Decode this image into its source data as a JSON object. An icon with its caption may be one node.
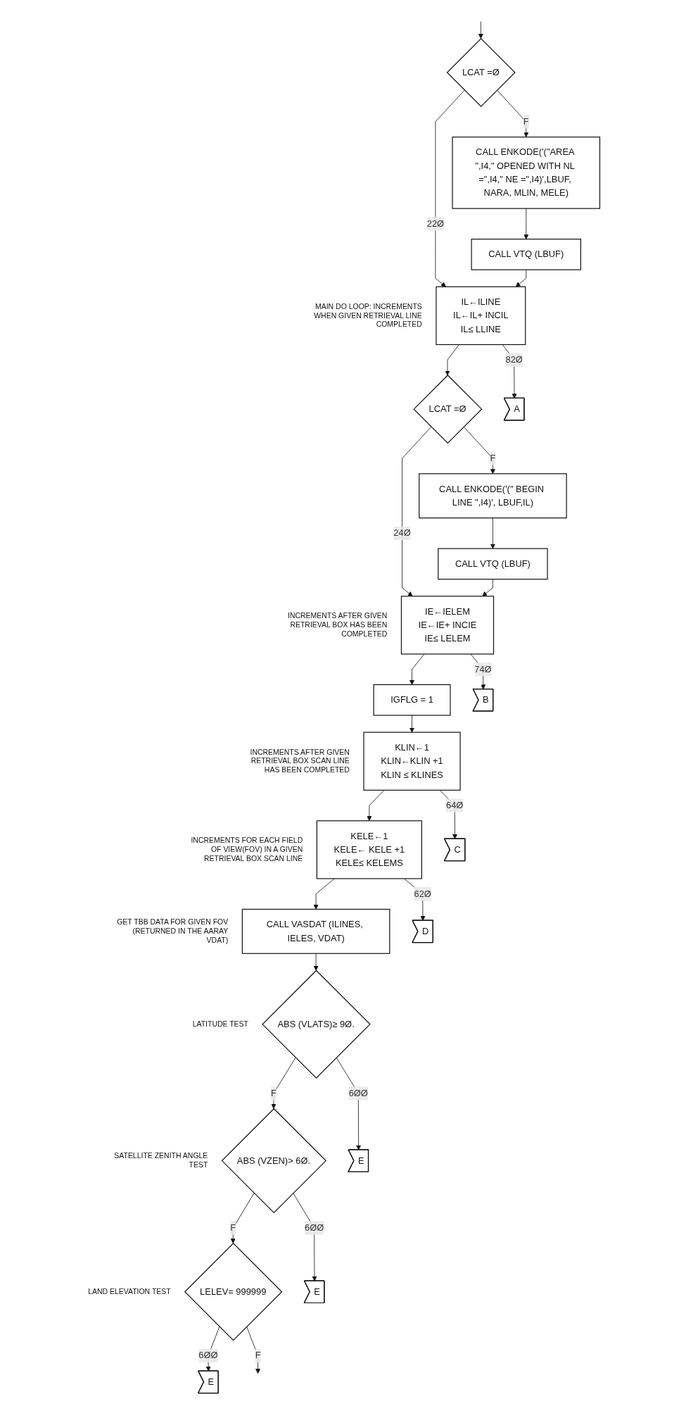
{
  "diagram": {
    "nodes": [
      {
        "text": [
          "LCAT =Ø"
        ]
      },
      {
        "text": [
          "CALL ENKODE('(\"AREA \",I4,\" OPENED WITH NL =\",I4,\" NE =\",I4)',LBUF, NARA, MLIN, MELE)"
        ]
      },
      {
        "text": [
          "CALL VTQ (LBUF)"
        ]
      },
      {
        "text": [
          "IL←ILINE",
          "IL←IL+ INCIL",
          "IL≤ LLINE"
        ],
        "beside": [
          "MAIN DO LOOP: INCREMENTS WHEN GIVEN RETRIEVAL LINE COMPLETED"
        ]
      },
      {
        "text": [
          "A"
        ]
      },
      {
        "text": [
          "LCAT =Ø"
        ]
      },
      {
        "text": [
          "CALL ENKODE('(\" BEGIN LINE \",I4)', LBUF,IL)"
        ]
      },
      {
        "text": [
          "CALL VTQ (LBUF)"
        ]
      },
      {
        "text": [
          "IE←IELEM",
          "IE←IE+ INCIE",
          "IE≤ LELEM"
        ],
        "beside": [
          "INCREMENTS AFTER GIVEN RETRIEVAL BOX HAS BEEN COMPLETED"
        ]
      },
      {
        "text": [
          "B"
        ]
      },
      {
        "text": [
          "IGFLG = 1"
        ]
      },
      {
        "text": [
          "KLIN←1",
          "KLIN←KLIN +1",
          "KLIN ≤ KLINES"
        ],
        "beside": [
          "INCREMENTS AFTER GIVEN RETRIEVAL BOX SCAN LINE HAS BEEN COMPLETED"
        ]
      },
      {
        "text": [
          "C"
        ]
      },
      {
        "text": [
          "KELE←1",
          "KELE← KELE +1",
          "KELE≤ KELEMS"
        ],
        "beside": [
          "INCREMENTS FOR EACH FIELD OF VIEW(FOV) IN A GIVEN RETRIEVAL BOX SCAN LINE"
        ]
      },
      {
        "text": [
          "D"
        ]
      },
      {
        "text": [
          "CALL VASDAT (ILINES, IELES, VDAT)"
        ],
        "beside": [
          "GET TBB DATA FOR GIVEN FOV (RETURNED IN THE AARAY VDAT)"
        ]
      },
      {
        "text": [
          "ABS (VLATS)≥ 9Ø."
        ],
        "beside": [
          "LATITUDE TEST"
        ]
      },
      {
        "text": [
          "E"
        ]
      },
      {
        "text": [
          "ABS (VZEN)> 6Ø."
        ],
        "beside": [
          "SATELLITE ZENITH ANGLE TEST"
        ]
      },
      {
        "text": [
          "E"
        ]
      },
      {
        "text": [
          "LELEV= 999999"
        ],
        "beside": [
          "LAND ELEVATION TEST"
        ]
      },
      {
        "text": [
          "E"
        ]
      }
    ],
    "edges": [
      {
        "from": null,
        "to": 0,
        "arrow": "to"
      },
      {
        "from": 0,
        "to": 1,
        "arrow": "to",
        "label": "F"
      },
      {
        "from": 0,
        "to": 3,
        "arrow": "to",
        "label": "22Ø"
      },
      {
        "from": 1,
        "to": 2,
        "arrow": "to"
      },
      {
        "from": 2,
        "to": 3,
        "arrow": "to"
      },
      {
        "from": 3,
        "to": 4,
        "arrow": "to",
        "label": "82Ø"
      },
      {
        "from": 3,
        "to": 5,
        "arrow": "to"
      },
      {
        "from": 5,
        "to": 6,
        "arrow": "to",
        "label": "F"
      },
      {
        "from": 5,
        "to": 8,
        "arrow": "to",
        "label": "24Ø"
      },
      {
        "from": 6,
        "to": 7,
        "arrow": "to"
      },
      {
        "from": 7,
        "to": 8,
        "arrow": "to"
      },
      {
        "from": 8,
        "to": 9,
        "arrow": "to",
        "label": "74Ø"
      },
      {
        "from": 8,
        "to": 10,
        "arrow": "to"
      },
      {
        "from": 10,
        "to": 11,
        "arrow": "to"
      },
      {
        "from": 11,
        "to": 12,
        "arrow": "to",
        "label": "64Ø"
      },
      {
        "from": 11,
        "to": 13,
        "arrow": "to"
      },
      {
        "from": 13,
        "to": 14,
        "arrow": "to",
        "label": "62Ø"
      },
      {
        "from": 13,
        "to": 15,
        "arrow": "to"
      },
      {
        "from": 15,
        "to": 16,
        "arrow": "to"
      },
      {
        "from": 16,
        "to": 17,
        "arrow": "to",
        "label": "6ØØ"
      },
      {
        "from": 16,
        "to": 18,
        "arrow": "to",
        "label": "F"
      },
      {
        "from": 18,
        "to": 19,
        "arrow": "to",
        "label": "6ØØ"
      },
      {
        "from": 18,
        "to": 20,
        "arrow": "to",
        "label": "F"
      },
      {
        "from": 20,
        "to": 21,
        "arrow": "to",
        "label": "6ØØ"
      },
      {
        "from": 20,
        "to": null,
        "arrow": "to",
        "label": "F"
      }
    ]
  }
}
